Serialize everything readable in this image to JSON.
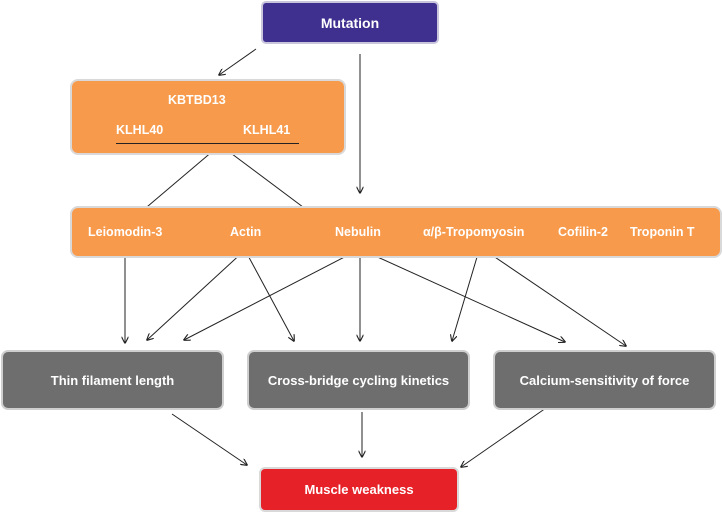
{
  "nodes": {
    "mutation": "Mutation",
    "kbtbd13": "KBTBD13",
    "klhl40": "KLHL40",
    "klhl41": "KLHL41",
    "proteins": [
      "Leiomodin-3",
      "Actin",
      "Nebulin",
      "α/β-Tropomyosin",
      "Cofilin-2",
      "Troponin T"
    ],
    "thin_filament": "Thin filament length",
    "crossbridge": "Cross-bridge cycling kinetics",
    "calcium": "Calcium-sensitivity of force",
    "weakness": "Muscle weakness"
  },
  "colors": {
    "mutation": "#3f2f8f",
    "orange": "#f79a4c",
    "gray": "#6e6e6e",
    "red": "#e62128",
    "arrow": "#222222"
  },
  "edges": [
    [
      "mutation",
      "kbtbd13"
    ],
    [
      "mutation",
      "nebulin"
    ],
    [
      "klhl",
      "nebulin"
    ],
    [
      "klhl",
      "leiomodin"
    ],
    [
      "leiomodin",
      "thin_filament"
    ],
    [
      "actin",
      "thin_filament"
    ],
    [
      "actin",
      "crossbridge"
    ],
    [
      "nebulin",
      "thin_filament"
    ],
    [
      "nebulin",
      "crossbridge"
    ],
    [
      "nebulin",
      "calcium"
    ],
    [
      "tropomyosin",
      "crossbridge"
    ],
    [
      "tropomyosin",
      "calcium"
    ],
    [
      "thin_filament",
      "weakness"
    ],
    [
      "crossbridge",
      "weakness"
    ],
    [
      "calcium",
      "weakness"
    ]
  ]
}
